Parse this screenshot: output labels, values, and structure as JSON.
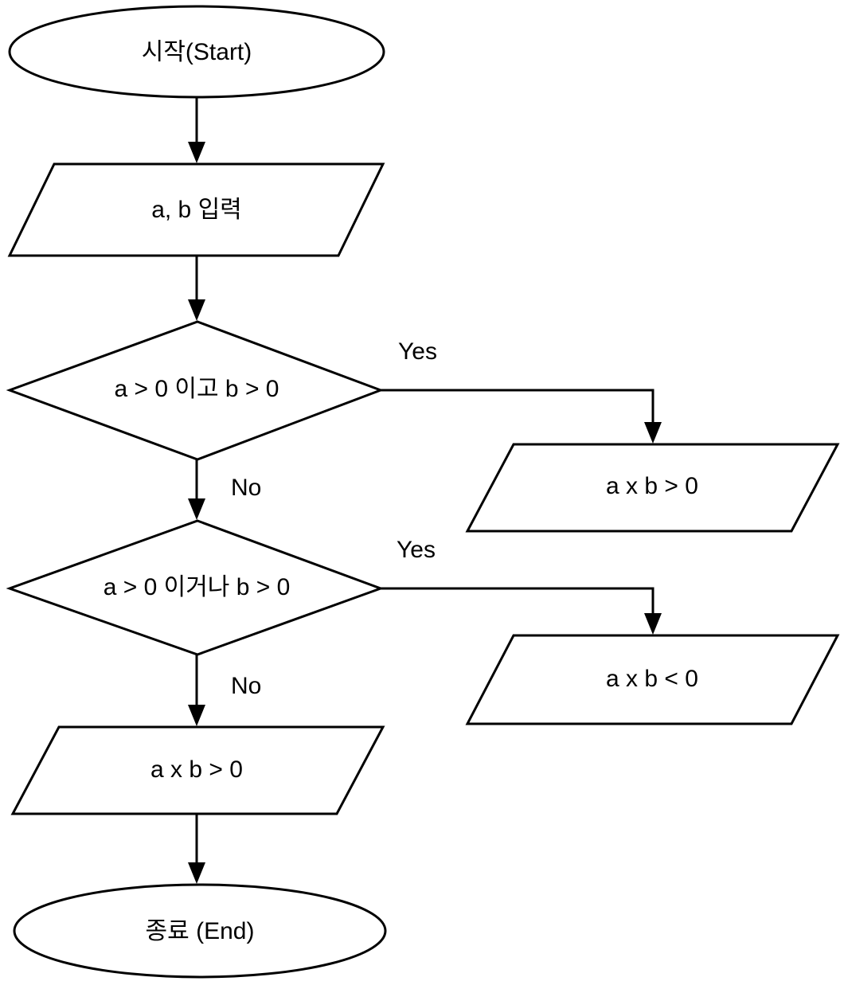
{
  "diagram": {
    "type": "flowchart",
    "orientation": "top-to-bottom",
    "background_color": "#ffffff",
    "stroke_color": "#000000",
    "text_color": "#000000",
    "nodes": {
      "start": {
        "shape": "ellipse",
        "label": "시작(Start)"
      },
      "input": {
        "shape": "parallelogram",
        "label": "a, b 입력"
      },
      "decision1": {
        "shape": "diamond",
        "label": "a > 0 이고 b > 0"
      },
      "decision2": {
        "shape": "diamond",
        "label": "a > 0 이거나 b > 0"
      },
      "output_yes1": {
        "shape": "parallelogram",
        "label": "a x b > 0"
      },
      "output_yes2": {
        "shape": "parallelogram",
        "label": "a x b < 0"
      },
      "output_no": {
        "shape": "parallelogram",
        "label": "a x b > 0"
      },
      "end": {
        "shape": "ellipse",
        "label": "종료 (End)"
      }
    },
    "edge_labels": {
      "decision1_yes": "Yes",
      "decision1_no": "No",
      "decision2_yes": "Yes",
      "decision2_no": "No"
    }
  }
}
